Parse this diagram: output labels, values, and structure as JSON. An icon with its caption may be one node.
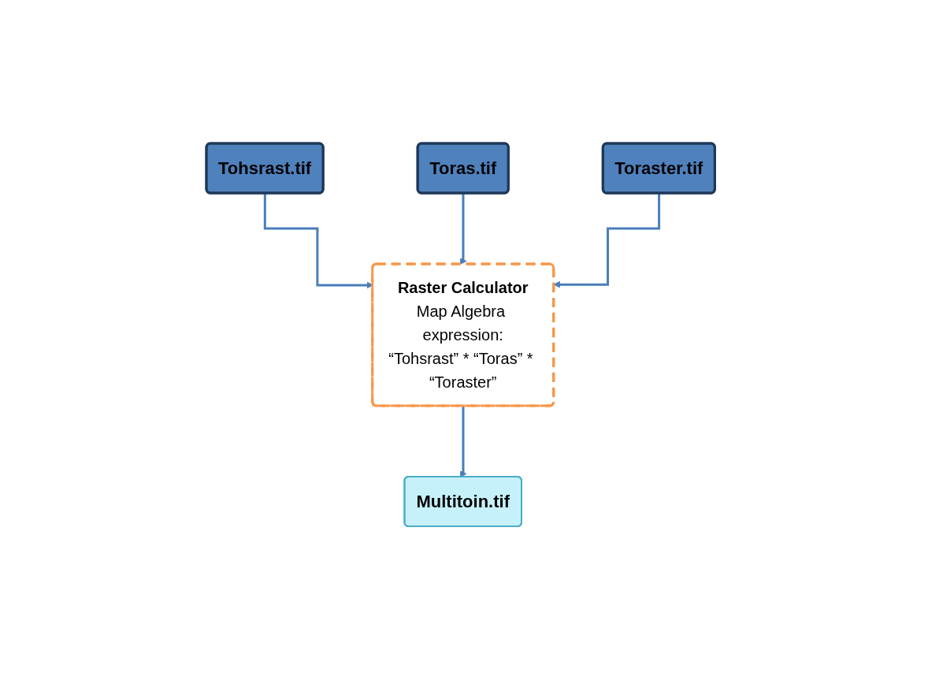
{
  "diagram": {
    "nodes": [
      {
        "text": [
          "Tohsrast.tif"
        ]
      },
      {
        "text": [
          "Toras.tif"
        ]
      },
      {
        "text": [
          "Toraster.tif"
        ]
      },
      {
        "text": [
          "Raster Calculator",
          "Map Algebra expression:",
          "“Tohsrast” * “Toras” * “Toraster”"
        ]
      },
      {
        "text": [
          "Multitoin.tif"
        ]
      }
    ],
    "edges": [
      {
        "from": 0,
        "to": 3,
        "arrow": "to"
      },
      {
        "from": 1,
        "to": 3,
        "arrow": "to"
      },
      {
        "from": 2,
        "to": 3,
        "arrow": "to"
      },
      {
        "from": 3,
        "to": 4,
        "arrow": "to"
      }
    ]
  }
}
